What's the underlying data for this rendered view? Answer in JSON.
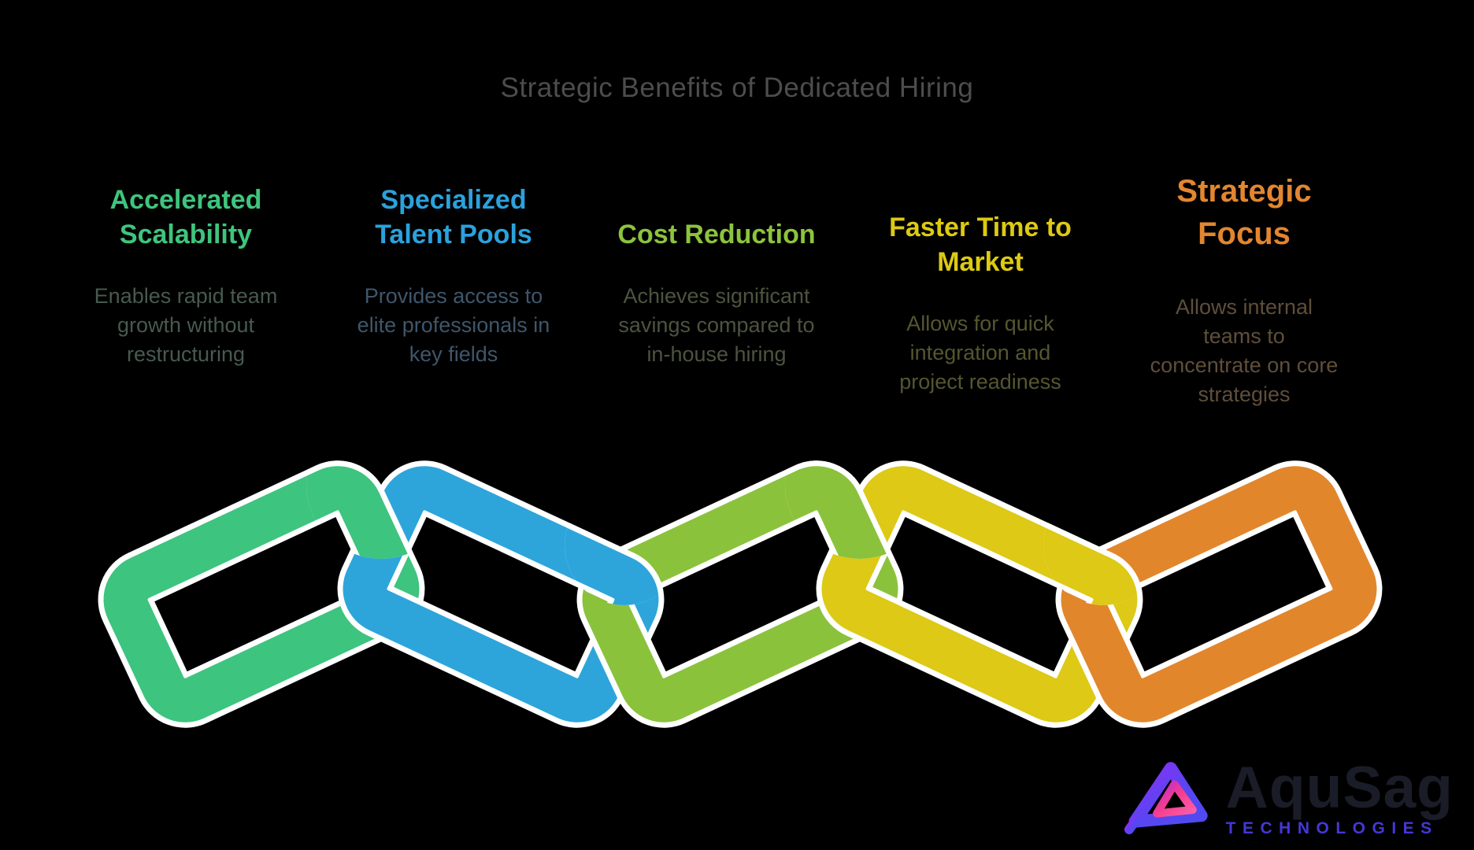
{
  "title": "Strategic Benefits of Dedicated Hiring",
  "benefits": [
    {
      "heading": "Accelerated\nScalability",
      "body": "Enables rapid team\ngrowth without\nrestructuring",
      "color": "#3ec57d",
      "body_color": "#475a50"
    },
    {
      "heading": "Specialized\nTalent Pools",
      "body": "Provides access to\nelite professionals in\nkey fields",
      "color": "#2aa2dc",
      "body_color": "#3f566a"
    },
    {
      "heading": "Cost Reduction",
      "body": "Achieves significant\nsavings compared to\nin-house hiring",
      "color": "#8cc33d",
      "body_color": "#4d5340"
    },
    {
      "heading": "Faster Time to\nMarket",
      "body": "Allows for quick\nintegration and\nproject readiness",
      "color": "#ddca12",
      "body_color": "#555630"
    },
    {
      "heading": "Strategic\nFocus",
      "body": "Allows internal\nteams to\nconcentrate on core\nstrategies",
      "color": "#e2862f",
      "body_color": "#5f4e3a"
    }
  ],
  "chain": {
    "outline_color": "#ffffff",
    "link_colors": [
      "#3dc47e",
      "#2da5db",
      "#8bc23c",
      "#ddc916",
      "#e2862c"
    ]
  },
  "logo": {
    "icon": "aqusag-triangle-logo",
    "name": "AquSag",
    "tagline": "TECHNOLOGIES",
    "name_color": "#1a1d28",
    "tagline_color": "#4338d8"
  }
}
